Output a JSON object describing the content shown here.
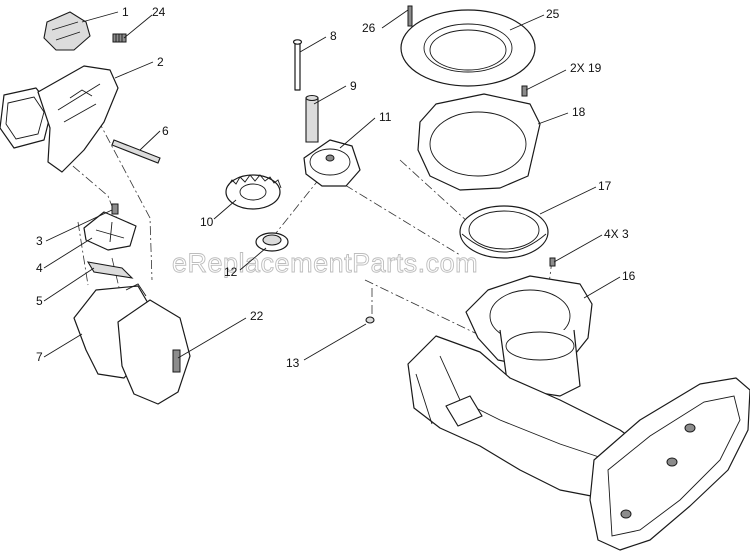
{
  "watermark": "eReplacementParts.com",
  "callouts": [
    {
      "id": "1",
      "label": "1"
    },
    {
      "id": "24",
      "label": "24"
    },
    {
      "id": "2",
      "label": "2"
    },
    {
      "id": "6",
      "label": "6"
    },
    {
      "id": "3",
      "label": "3"
    },
    {
      "id": "4",
      "label": "4"
    },
    {
      "id": "5",
      "label": "5"
    },
    {
      "id": "7",
      "label": "7"
    },
    {
      "id": "22",
      "label": "22"
    },
    {
      "id": "8",
      "label": "8"
    },
    {
      "id": "9",
      "label": "9"
    },
    {
      "id": "11",
      "label": "11"
    },
    {
      "id": "10",
      "label": "10"
    },
    {
      "id": "12",
      "label": "12"
    },
    {
      "id": "13",
      "label": "13"
    },
    {
      "id": "26",
      "label": "26"
    },
    {
      "id": "25",
      "label": "25"
    },
    {
      "id": "2x19",
      "label": "2X 19"
    },
    {
      "id": "18",
      "label": "18"
    },
    {
      "id": "17",
      "label": "17"
    },
    {
      "id": "4x3",
      "label": "4X 3"
    },
    {
      "id": "16",
      "label": "16"
    }
  ]
}
